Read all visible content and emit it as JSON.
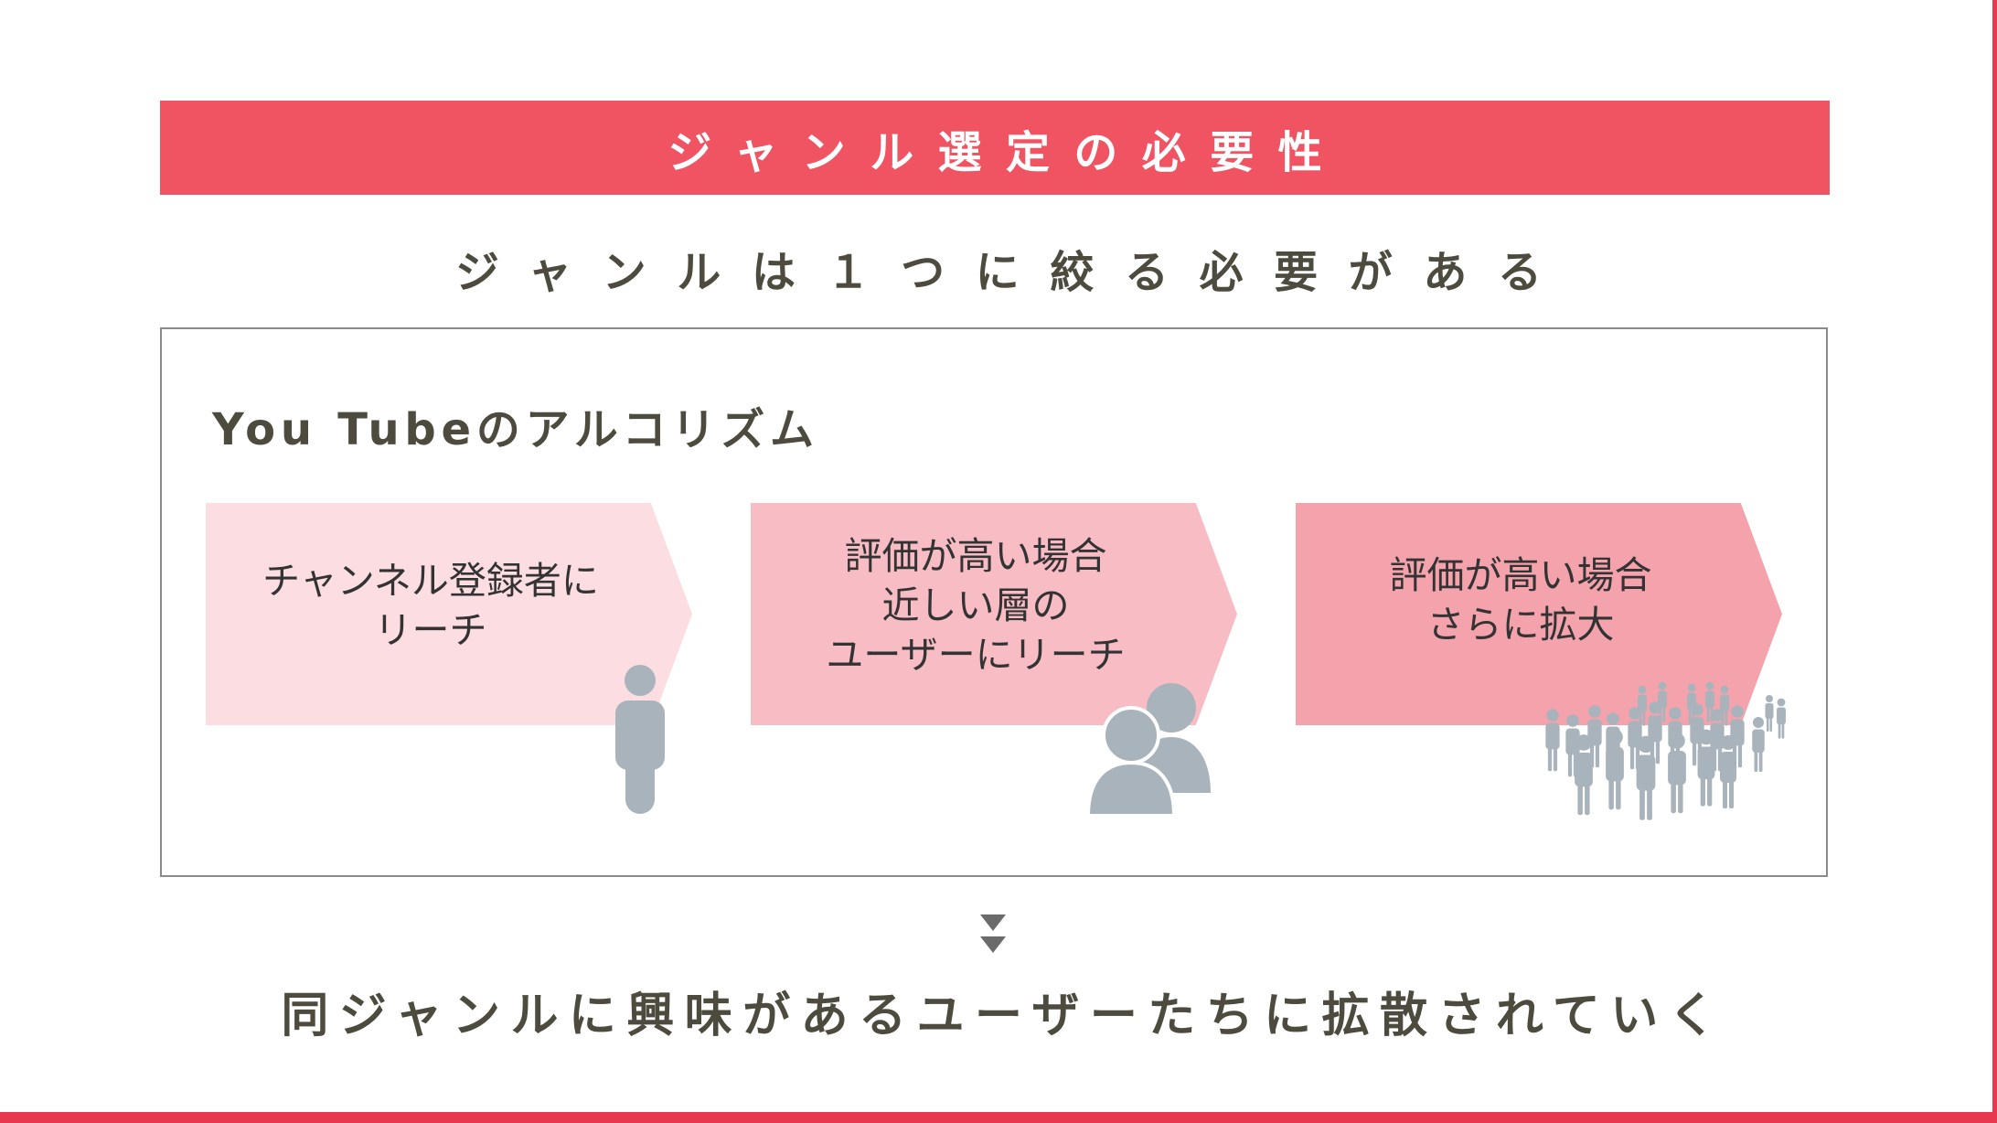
{
  "slide": {
    "title": "ジャンル選定の必要性",
    "subtitle": "ジャンルは１つに絞る必要がある",
    "algorithm_title": "You Tubeのアルコリズム",
    "steps": [
      {
        "lines": [
          "チャンネル登録者に",
          "リーチ"
        ],
        "icon": "single-person-icon"
      },
      {
        "lines": [
          "評価が高い場合",
          "近しい層の",
          "ユーザーにリーチ"
        ],
        "icon": "two-people-icon"
      },
      {
        "lines": [
          "評価が高い場合",
          "さらに拡大"
        ],
        "icon": "crowd-icon"
      }
    ],
    "conclusion": "同ジャンルに興味があるユーザーたちに拡散されていく"
  },
  "colors": {
    "accent": "#f05463",
    "frame": "#e8384f",
    "step1": "#fbdde2",
    "step2": "#f8bcc5",
    "step3": "#f4a3ad",
    "icon": "#a9b3bb",
    "text": "#4d4a3e"
  }
}
